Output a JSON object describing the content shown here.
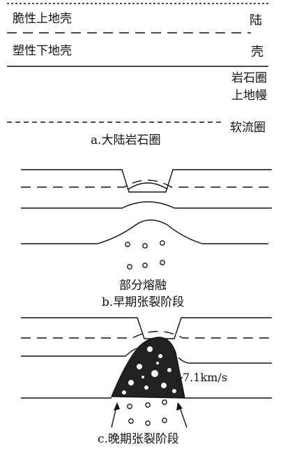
{
  "panel_a": {
    "brittle_upper_crust": "脆性上地壳",
    "plastic_lower_crust": "塑性下地壳",
    "continent_label_1": "陆",
    "continent_label_2": "壳",
    "lithosphere_label_1": "岩石圈",
    "lithosphere_label_2": "上地幔",
    "asthenosphere": "软流圈",
    "caption": "a.大陆岩石圈"
  },
  "panel_b": {
    "melt_label": "部分熔融",
    "caption": "b.早期张裂阶段"
  },
  "panel_c": {
    "velocity_label": "7.1km/s",
    "caption": "c.晚期张裂阶段"
  }
}
